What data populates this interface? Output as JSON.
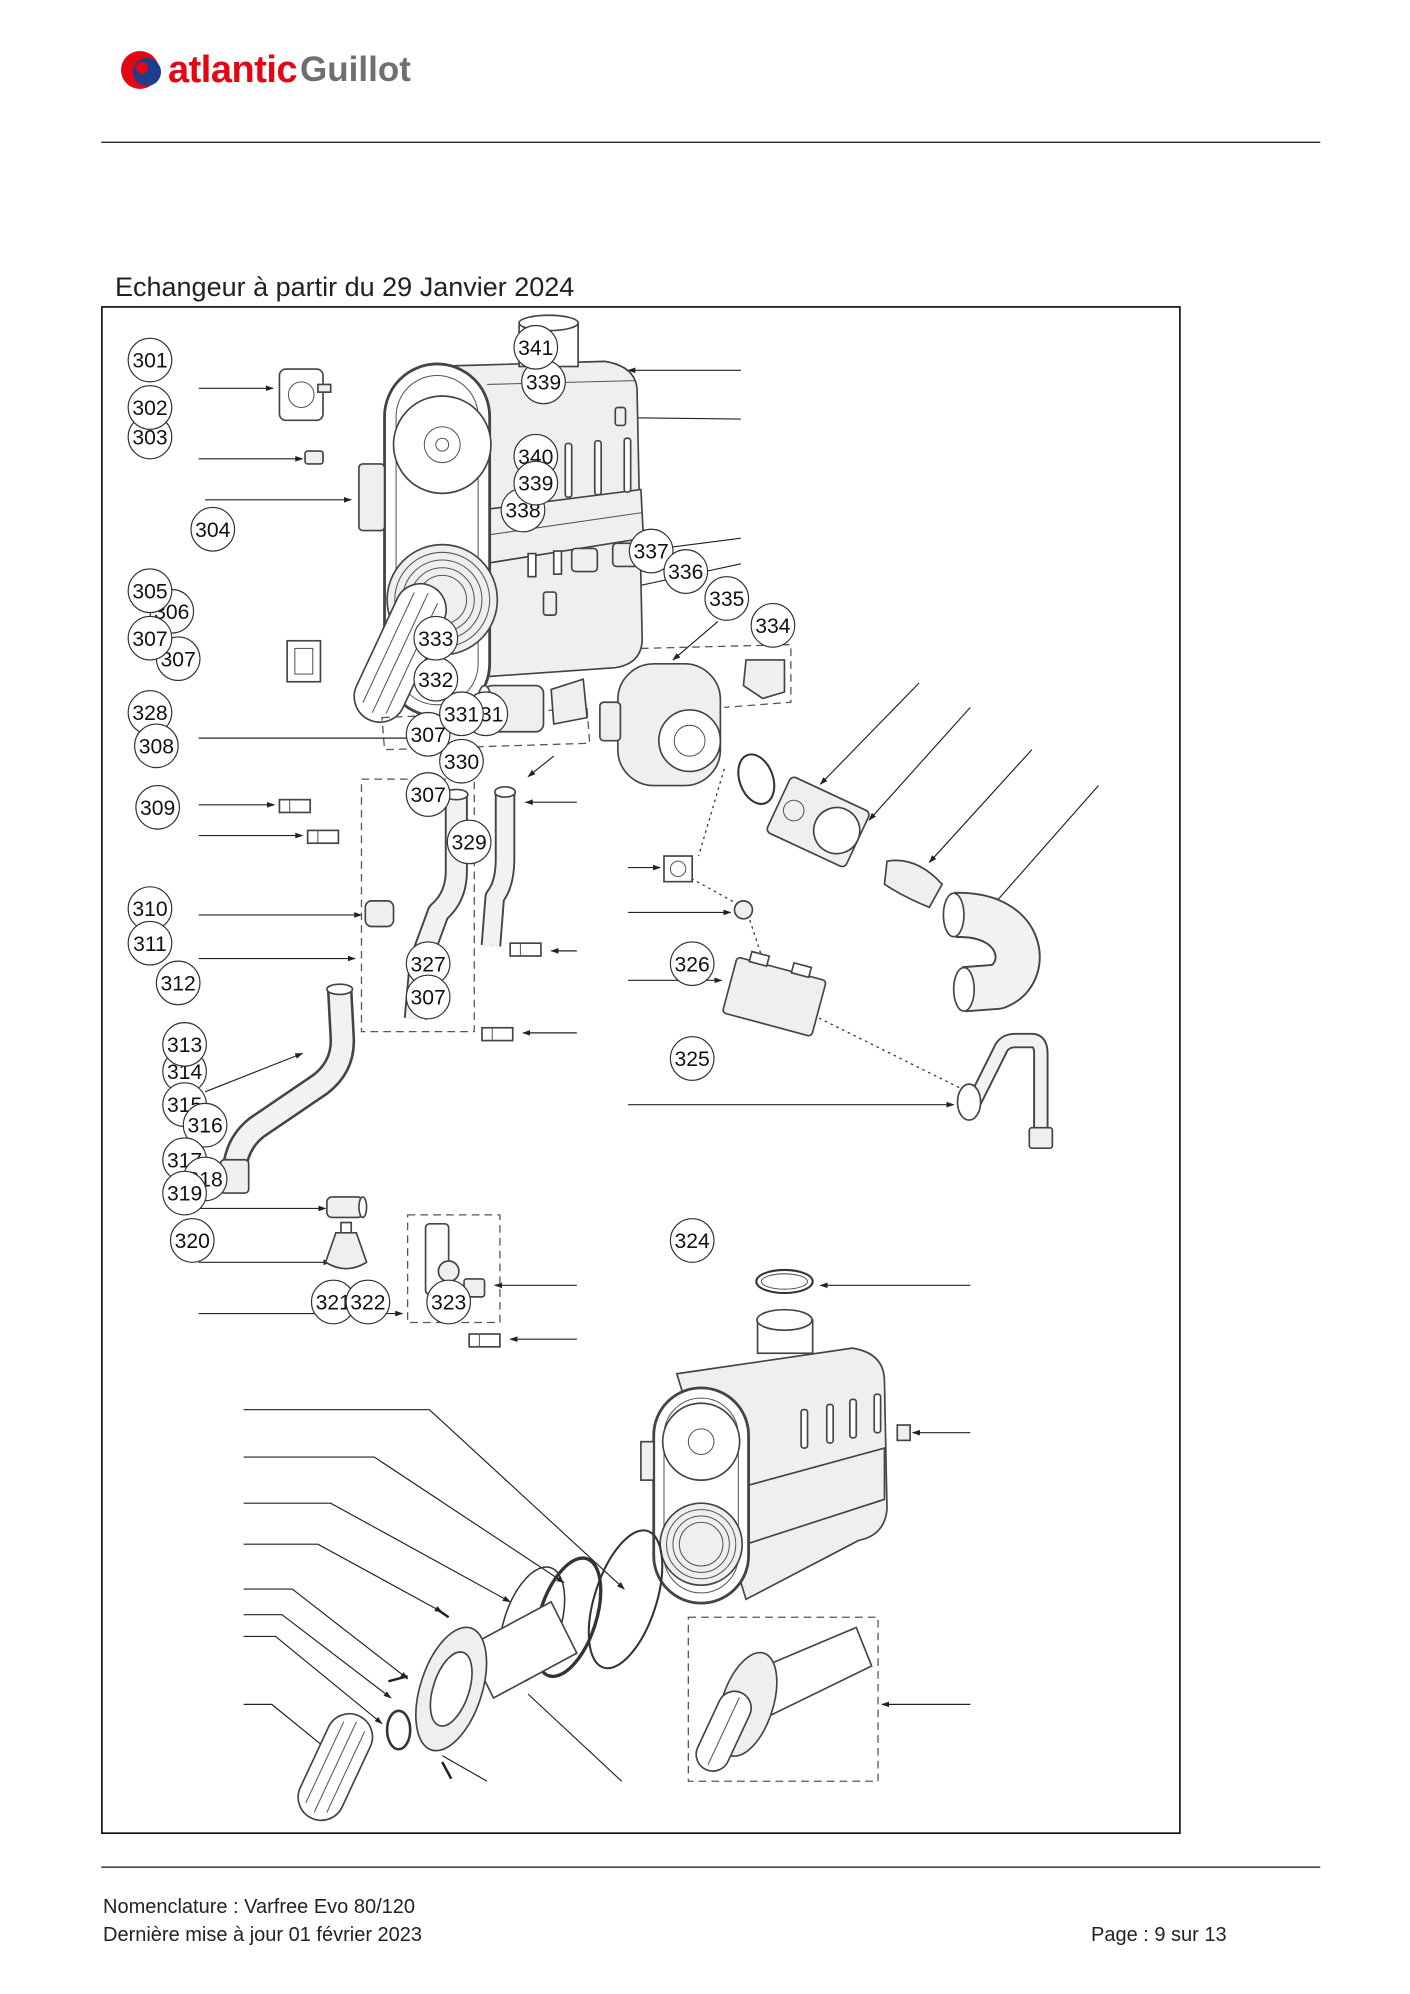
{
  "header": {
    "logo_brand": "atlantic",
    "logo_sub": "Guillot"
  },
  "section_title": "Echangeur à partir du 29 Janvier 2024",
  "callouts": [
    "301",
    "303",
    "302",
    "304",
    "306",
    "305",
    "307",
    "307",
    "328",
    "308",
    "309",
    "310",
    "311",
    "312",
    "314",
    "313",
    "315",
    "316",
    "317",
    "318",
    "319",
    "320",
    "321",
    "322",
    "323",
    "324",
    "325",
    "326",
    "327",
    "307",
    "329",
    "307",
    "330",
    "307",
    "331",
    "331",
    "332",
    "333",
    "334",
    "335",
    "337",
    "336",
    "338",
    "340",
    "339",
    "339",
    "341"
  ],
  "footer": {
    "nomenclature": "Nomenclature : Varfree Evo 80/120",
    "updated": "Dernière mise à jour 01 février 2023",
    "page": "Page : 9 sur 13"
  },
  "colors": {
    "brand_red": "#e30613",
    "brand_blue": "#1f3d8c",
    "brand_gray": "#6f6f6f"
  }
}
